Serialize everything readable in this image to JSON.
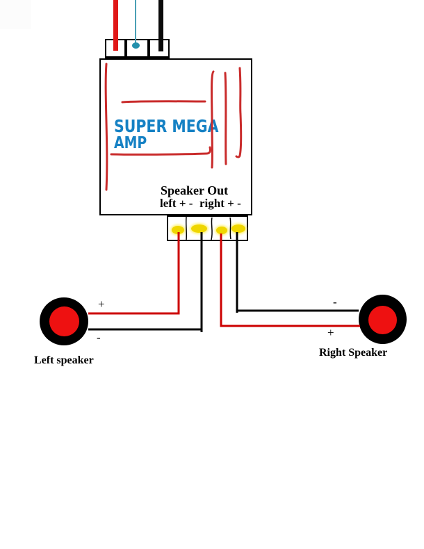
{
  "amp": {
    "title_line1": "SUPER MEGA",
    "title_line2": "AMP",
    "speaker_out_heading": "Speaker Out",
    "left_channel_label": "left + -",
    "right_channel_label": "right + -"
  },
  "speakers": {
    "left": {
      "label": "Left speaker",
      "plus": "+",
      "minus": "-"
    },
    "right": {
      "label": "Right Speaker",
      "plus": "+",
      "minus": "-"
    }
  },
  "colors": {
    "amp_title_blue": "#1581C4",
    "scribble_red": "#C92B2B",
    "wire_red": "#CC0000",
    "wire_black": "#000000",
    "power_wire_red": "#E01818",
    "signal_teal": "#2390AC",
    "terminal_yellow": "#EFD600",
    "speaker_cone_red": "#EE1111",
    "background": "#FFFFFF"
  }
}
